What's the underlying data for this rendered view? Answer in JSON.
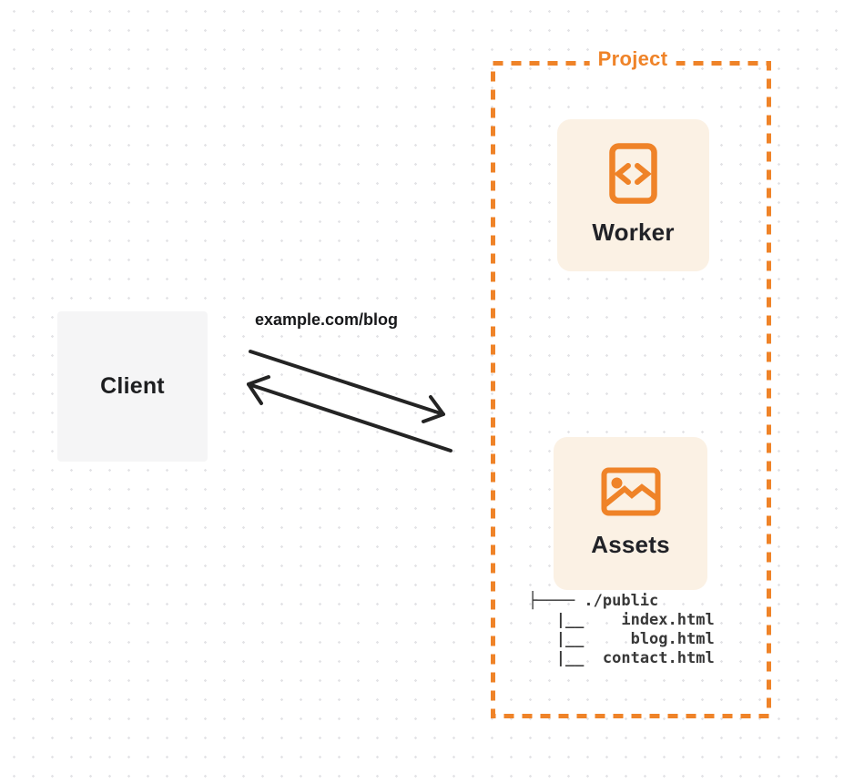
{
  "colors": {
    "accent_orange": "#ef8328",
    "card_background": "#fbf1e4",
    "client_background": "#f5f5f6",
    "arrow_color": "#242424",
    "dot_grid": "#e3e3e6"
  },
  "client": {
    "label": "Client"
  },
  "request": {
    "label": "example.com/blog"
  },
  "project": {
    "label": "Project"
  },
  "worker": {
    "label": "Worker",
    "icon": "code-document-icon"
  },
  "assets": {
    "label": "Assets",
    "icon": "image-icon",
    "tree": [
      "├──── ./public",
      "   |__    index.html",
      "   |__     blog.html",
      "   |__  contact.html"
    ]
  }
}
